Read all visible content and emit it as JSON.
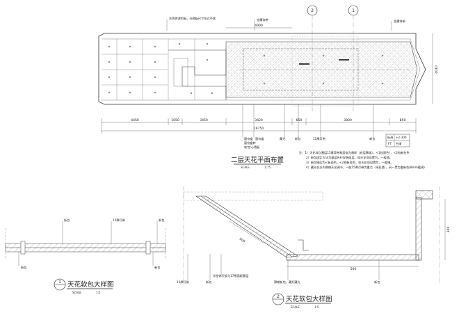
{
  "plan": {
    "title": "二层天花平面布置",
    "scale_prefix": "SCALE",
    "scale": "1:75",
    "top_labels": [
      "灰色烤漆铝板，分隔板尺寸形式不变",
      "金属饰带",
      "金属饰带"
    ],
    "top_dim": "4900",
    "grid_marks": [
      "2",
      "1"
    ],
    "side_dim": "4010",
    "bottom_dims": [
      "4450",
      "1050",
      "3450",
      "3420",
      "650",
      "3800",
      "850"
    ],
    "total_dim": "19750",
    "callouts": [
      "窗帘盒",
      "窗帘盒",
      "藏光",
      "新包",
      "15厚灯带",
      "新包"
    ],
    "lower_callouts": [
      "窗帘盒转",
      "软包/心墙板"
    ],
    "elevation_box": [
      "标高",
      "+2.300",
      "FT",
      "白漆"
    ],
    "notes": [
      "注：1）天花软包基层15厚背带和面安为哪样（底层基础），<1档面色），<2档新台色",
      "2）新包固定方法为基层先行安装面层，如天花须设置为，一般铺。",
      "3）新包围边为<板面色，<2档新台色，如天花须设置为，一般铺。",
      "4）藏光在分内侧做天花调节，一般15厚灯带为重点（半亚透），另一黑为重新色(8mm暖调)"
    ]
  },
  "detail1": {
    "title": "天花软包大样图",
    "circle": "1",
    "scale_prefix": "SCALE",
    "scale": "1:5",
    "labels": [
      "新包",
      "15厚灯带",
      "新包",
      "新包",
      "新包"
    ]
  },
  "detail2": {
    "title": "天花软包大样图",
    "circle": "2",
    "scale_prefix": "SCALE",
    "scale": "1:5",
    "dims": [
      "500",
      "500",
      "300"
    ],
    "labels": [
      "15厚灯带",
      "华堂饰天板与17厚面板基层",
      "新包",
      "拜朗新包，藏灯藏光",
      "新包"
    ]
  }
}
